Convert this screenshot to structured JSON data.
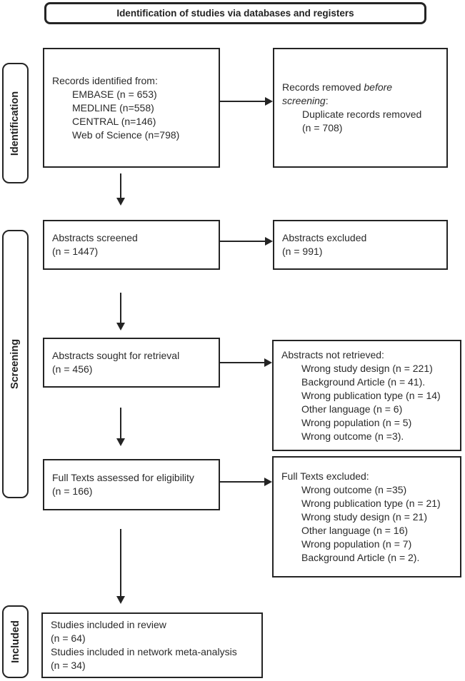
{
  "title": "Identification of studies via databases and registers",
  "stage_labels": {
    "identification": "Identification",
    "screening": "Screening",
    "included": "Included"
  },
  "boxes": {
    "records_identified": {
      "lines": [
        {
          "text": "Records identified from:",
          "indent": 0
        },
        {
          "text": "EMBASE (n = 653)",
          "indent": 1
        },
        {
          "text": "MEDLINE (n=558)",
          "indent": 1
        },
        {
          "text": "CENTRAL (n=146)",
          "indent": 1
        },
        {
          "text": "Web of Science (n=798)",
          "indent": 1
        }
      ]
    },
    "records_removed": {
      "lines": [
        {
          "segments": [
            {
              "text": "Records removed ",
              "italic": false
            },
            {
              "text": "before",
              "italic": true
            }
          ],
          "indent": 0
        },
        {
          "segments": [
            {
              "text": "screening",
              "italic": true
            },
            {
              "text": ":",
              "italic": false
            }
          ],
          "indent": 0
        },
        {
          "text": "Duplicate records removed",
          "indent": 1
        },
        {
          "text": "(n = 708)",
          "indent": 1
        }
      ]
    },
    "abstracts_screened": {
      "lines": [
        {
          "text": "Abstracts screened",
          "indent": 0
        },
        {
          "text": "(n = 1447)",
          "indent": 0
        }
      ]
    },
    "abstracts_excluded": {
      "lines": [
        {
          "text": "Abstracts excluded",
          "indent": 0
        },
        {
          "text": "(n = 991)",
          "indent": 0
        }
      ]
    },
    "abstracts_sought": {
      "lines": [
        {
          "text": "Abstracts sought for retrieval",
          "indent": 0
        },
        {
          "text": "(n = 456)",
          "indent": 0
        }
      ]
    },
    "abstracts_not_retrieved": {
      "lines": [
        {
          "text": "Abstracts not retrieved:",
          "indent": 0
        },
        {
          "text": "Wrong study design (n = 221)",
          "indent": 1
        },
        {
          "text": "Background Article (n = 41).",
          "indent": 1
        },
        {
          "text": "Wrong publication type (n = 14)",
          "indent": 1
        },
        {
          "text": "Other language (n = 6)",
          "indent": 1
        },
        {
          "text": "Wrong population (n = 5)",
          "indent": 1
        },
        {
          "text": "Wrong outcome (n =3).",
          "indent": 1
        }
      ]
    },
    "fulltexts_assessed": {
      "lines": [
        {
          "text": "Full Texts assessed for eligibility",
          "indent": 0
        },
        {
          "text": "(n = 166)",
          "indent": 0
        }
      ]
    },
    "fulltexts_excluded": {
      "lines": [
        {
          "text": "Full Texts excluded:",
          "indent": 0
        },
        {
          "text": "Wrong outcome (n =35)",
          "indent": 1
        },
        {
          "text": "Wrong publication type (n = 21)",
          "indent": 1
        },
        {
          "text": "Wrong study design (n = 21)",
          "indent": 1
        },
        {
          "text": "Other language (n = 16)",
          "indent": 1
        },
        {
          "text": "Wrong population (n = 7)",
          "indent": 1
        },
        {
          "text": "Background Article (n = 2).",
          "indent": 1
        }
      ]
    },
    "studies_included": {
      "lines": [
        {
          "text": "Studies included in review",
          "indent": 0
        },
        {
          "text": "(n = 64)",
          "indent": 0
        },
        {
          "text": "Studies included in network meta-analysis",
          "indent": 0
        },
        {
          "text": "(n = 34)",
          "indent": 0
        }
      ]
    }
  },
  "colors": {
    "line": "#242424",
    "background": "#ffffff",
    "text": "#2a2a2a"
  }
}
